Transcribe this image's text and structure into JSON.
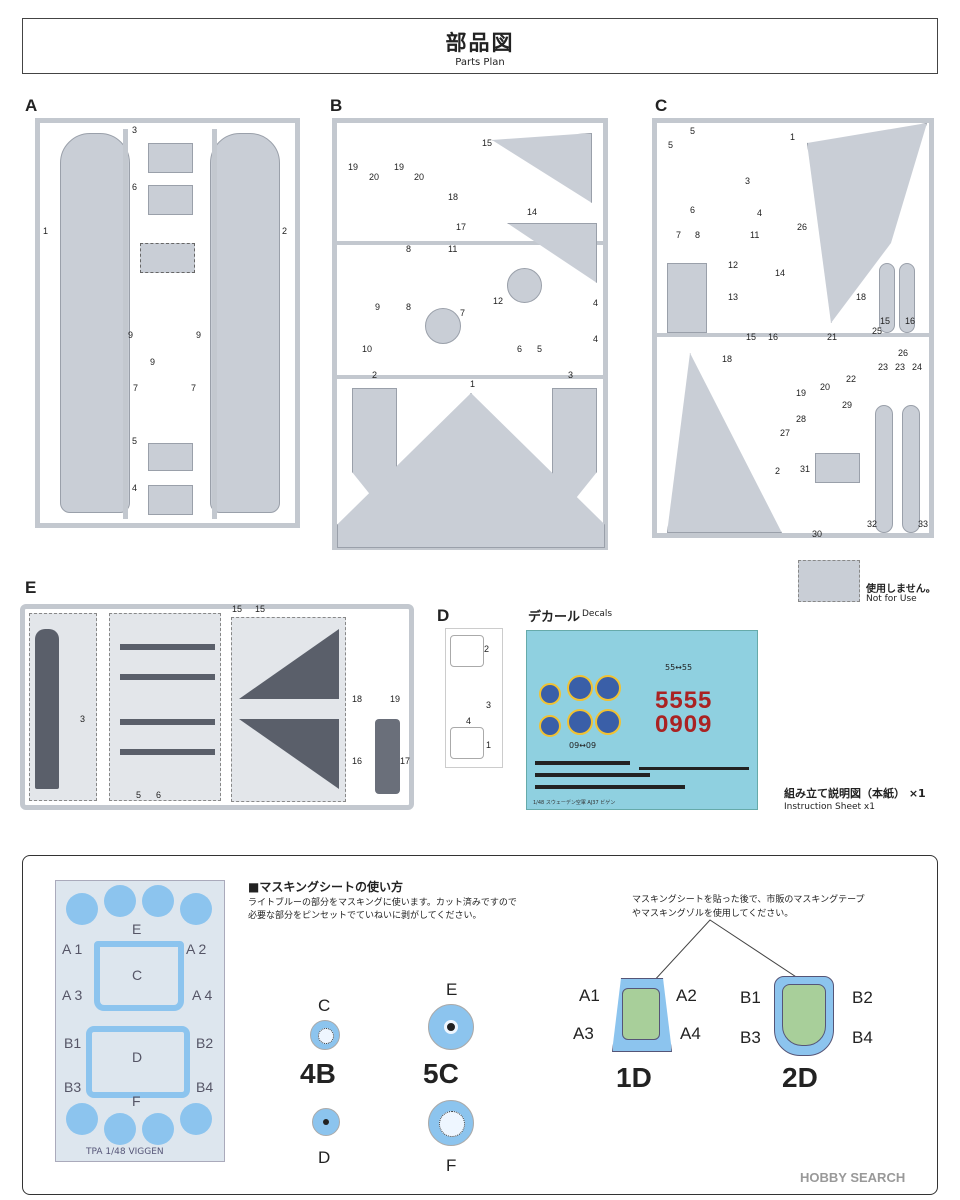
{
  "header": {
    "title_jp": "部品図",
    "title_en": "Parts Plan"
  },
  "sprues": {
    "a": {
      "letter": "A",
      "numbers": [
        "1",
        "2",
        "3",
        "6",
        "9",
        "9",
        "9",
        "7",
        "7",
        "5",
        "4"
      ]
    },
    "b": {
      "letter": "B",
      "numbers": [
        "19",
        "20",
        "19",
        "20",
        "15",
        "18",
        "17",
        "14",
        "8",
        "11",
        "9",
        "8",
        "12",
        "7",
        "10",
        "6",
        "5",
        "4",
        "4",
        "2",
        "1",
        "3"
      ]
    },
    "c": {
      "letter": "C",
      "numbers": [
        "5",
        "5",
        "1",
        "3",
        "6",
        "4",
        "7",
        "8",
        "11",
        "26",
        "12",
        "14",
        "13",
        "18",
        "15",
        "16",
        "15",
        "16",
        "18",
        "25",
        "21",
        "26",
        "23",
        "23",
        "24",
        "19",
        "20",
        "22",
        "29",
        "28",
        "27",
        "31",
        "2",
        "32",
        "33",
        "30"
      ]
    },
    "e": {
      "letter": "E",
      "numbers": [
        "15",
        "15",
        "3",
        "18",
        "19",
        "16",
        "17",
        "5",
        "6"
      ]
    },
    "d": {
      "letter": "D",
      "numbers": [
        "2",
        "3",
        "4",
        "1"
      ]
    }
  },
  "legend": {
    "not_used_jp": "使用しません。",
    "not_used_en": "Not for Use"
  },
  "decals": {
    "title_jp": "デカール",
    "title_en": "Decals",
    "red1": "5555",
    "red2": "0909",
    "small_codes": [
      "55↔55",
      "09↔09"
    ],
    "footer": "1/48 スウェーデン空軍 AJ37 ビゲン"
  },
  "instruction": {
    "jp": "組み立て説明図（本紙）",
    "qty": "×1",
    "en": "Instruction Sheet x1"
  },
  "masking": {
    "heading": "■マスキングシートの使い方",
    "desc_line1": "ライトブルーの部分をマスキングに使います。カット済みですので",
    "desc_line2": "必要な部分をピンセットでていねいに剥がしてください。",
    "note_line1": "マスキングシートを貼った後で、市販のマスキングテープ",
    "note_line2": "やマスキングゾルを使用してください。",
    "sheet_labels": {
      "e": "E",
      "c": "C",
      "d": "D",
      "f": "F",
      "a1": "A 1",
      "a2": "A 2",
      "a3": "A 3",
      "a4": "A 4",
      "b1": "B1",
      "b2": "B2",
      "b3": "B3",
      "b4": "B4"
    },
    "sheet_footer": "TPA 1/48 VIGGEN",
    "steps": {
      "s4b": {
        "label": "4B",
        "top": "C",
        "bottom": "D"
      },
      "s5c": {
        "label": "5C",
        "top": "E",
        "bottom": "F"
      },
      "s1d": {
        "label": "1D",
        "a1": "A1",
        "a2": "A2",
        "a3": "A3",
        "a4": "A4"
      },
      "s2d": {
        "label": "2D",
        "b1": "B1",
        "b2": "B2",
        "b3": "B3",
        "b4": "B4"
      }
    }
  },
  "watermark": {
    "text": "HOBBY SEARCH"
  },
  "colors": {
    "part_gray": "#c9ced6",
    "frame_gray": "#c3c8cf",
    "mask_blue": "#8cc4ee",
    "decal_bg": "#8fd0e0",
    "canopy_green": "#a8cf9a"
  }
}
